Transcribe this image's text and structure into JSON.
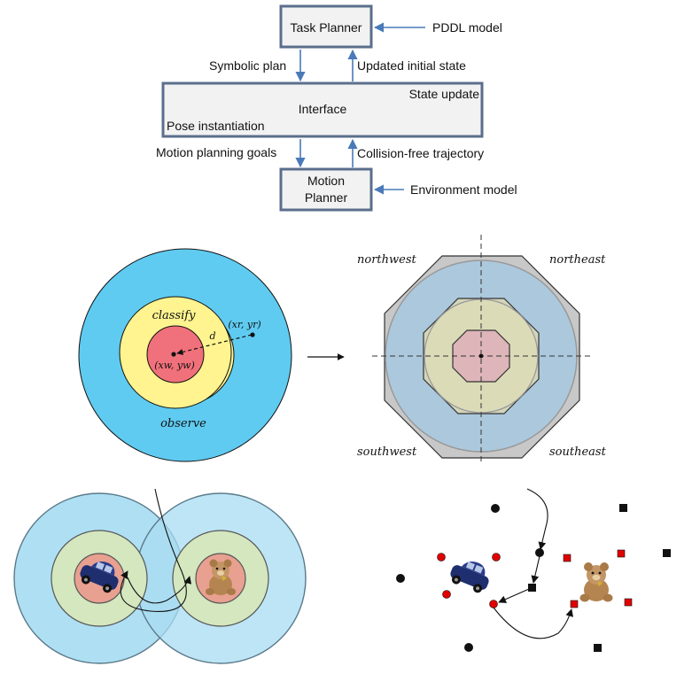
{
  "flowchart": {
    "task_planner": "Task Planner",
    "pddl_model": "PDDL model",
    "symbolic_plan": "Symbolic plan",
    "updated_initial_state": "Updated initial state",
    "interface": "Interface",
    "state_update": "State update",
    "pose_instantiation": "Pose instantiation",
    "motion_planning_goals": "Motion planning goals",
    "collision_free_trajectory": "Collision-free trajectory",
    "motion_planner_line1": "Motion",
    "motion_planner_line2": "Planner",
    "environment_model": "Environment model",
    "colors": {
      "box_border": "#5b6e8c",
      "box_fill": "#f2f2f2",
      "arrow": "#4a7ab8"
    }
  },
  "regions": {
    "classify": "classify",
    "observe": "observe",
    "distance": "d",
    "robot_pose": "(xr, yr)",
    "object_pose": "(xw, yw)",
    "colors": {
      "observe": "#5fcbf1",
      "classify": "#fff48f",
      "inner": "#f0717b"
    }
  },
  "octagon": {
    "northwest": "northwest",
    "northeast": "northeast",
    "southwest": "southwest",
    "southeast": "southeast"
  },
  "scene": {
    "icons": [
      "toy-car-icon",
      "teddy-bear-icon"
    ],
    "colors": {
      "outer": "#a8dcf2",
      "middle": "#d4e7bf",
      "inner": "#e8a090",
      "red_marker": "#e00000"
    }
  }
}
